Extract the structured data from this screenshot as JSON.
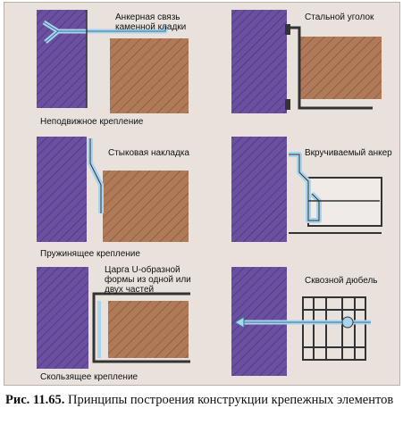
{
  "panels": [
    {
      "id": "fixed",
      "top_label": "Анкерная связь каменной кладки",
      "bottom_label": "Неподвижное крепление"
    },
    {
      "id": "steel-angle",
      "top_label": "Стальной уголок",
      "bottom_label": ""
    },
    {
      "id": "spring",
      "top_label": "Стыковая накладка",
      "bottom_label": "Пружинящее крепление"
    },
    {
      "id": "screw-anchor",
      "top_label": "Вкручиваемый анкер",
      "bottom_label": ""
    },
    {
      "id": "sliding",
      "top_label": "Царга U-образной формы из одной или двух частей",
      "bottom_label": "Скользящее крепление"
    },
    {
      "id": "through-dowel",
      "top_label": "Сквозной дюбель",
      "bottom_label": ""
    }
  ],
  "caption": {
    "figure_number": "Рис. 11.65.",
    "text": "Принципы построения конструкции крепежных элементов"
  },
  "colors": {
    "wall": "#6b4fa0",
    "block": "#b07a58",
    "anchor": "#a8d4ee",
    "steel": "#333333",
    "background": "#e9e2dc"
  }
}
